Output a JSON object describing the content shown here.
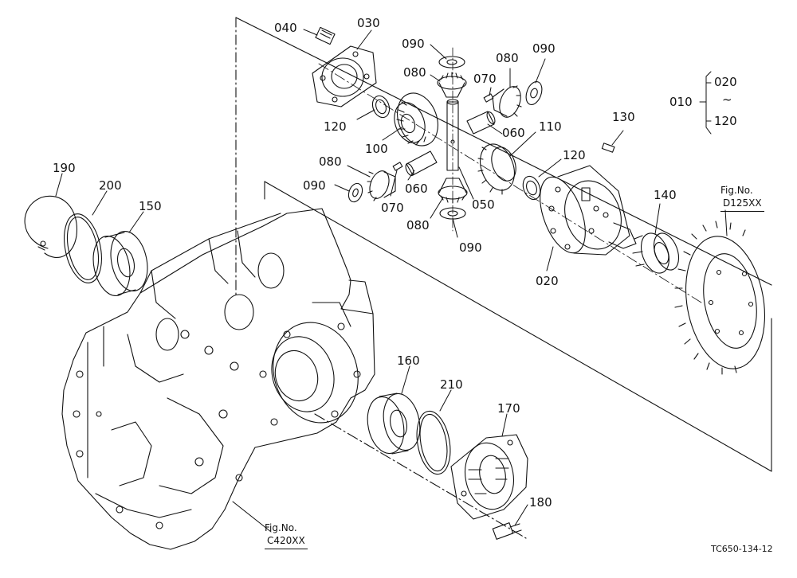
{
  "parts": [
    {
      "id": "p040",
      "label": "040"
    },
    {
      "id": "p030",
      "label": "030"
    },
    {
      "id": "p090a",
      "label": "090"
    },
    {
      "id": "p080a",
      "label": "080"
    },
    {
      "id": "p070a",
      "label": "070"
    },
    {
      "id": "p080b",
      "label": "080"
    },
    {
      "id": "p090b",
      "label": "090"
    },
    {
      "id": "p120a",
      "label": "120"
    },
    {
      "id": "p100",
      "label": "100"
    },
    {
      "id": "p060a",
      "label": "060"
    },
    {
      "id": "p110",
      "label": "110"
    },
    {
      "id": "p130",
      "label": "130"
    },
    {
      "id": "p080c",
      "label": "080"
    },
    {
      "id": "p090c",
      "label": "090"
    },
    {
      "id": "p060b",
      "label": "060"
    },
    {
      "id": "p070b",
      "label": "070"
    },
    {
      "id": "p050",
      "label": "050"
    },
    {
      "id": "p080d",
      "label": "080"
    },
    {
      "id": "p090d",
      "label": "090"
    },
    {
      "id": "p120b",
      "label": "120"
    },
    {
      "id": "p020",
      "label": "020"
    },
    {
      "id": "p140",
      "label": "140"
    },
    {
      "id": "p190",
      "label": "190"
    },
    {
      "id": "p200",
      "label": "200"
    },
    {
      "id": "p150",
      "label": "150"
    },
    {
      "id": "p160",
      "label": "160"
    },
    {
      "id": "p210",
      "label": "210"
    },
    {
      "id": "p170",
      "label": "170"
    },
    {
      "id": "p180",
      "label": "180"
    }
  ],
  "assembly": {
    "id": "010",
    "range_start": "020",
    "range_sep": "~",
    "range_end": "120"
  },
  "fig_refs": {
    "ring_gear": {
      "label": "Fig.No.",
      "code": "D125XX"
    },
    "housing": {
      "label": "Fig.No.",
      "code": "C420XX"
    }
  },
  "drawing_number": "TC650-134-12"
}
